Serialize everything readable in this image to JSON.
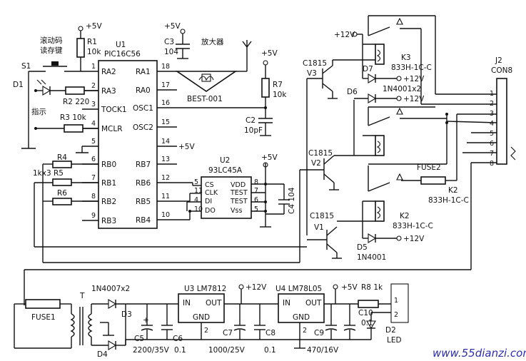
{
  "power": {
    "v5": "+5V",
    "v12": "+12V"
  },
  "polarity": "+",
  "watermark": "www.55dianzi.com",
  "u1": {
    "ref": "U1",
    "part": "PIC16C56",
    "lpins": [
      "1",
      "2",
      "3",
      "4",
      "5",
      "6",
      "7",
      "8",
      "9"
    ],
    "lnames": [
      "RA2",
      "RA3",
      "TOCK1",
      "MCLR",
      "",
      "RB0",
      "RB1",
      "RB2",
      "RB3"
    ],
    "rpins": [
      "18",
      "17",
      "16",
      "15",
      "14",
      "13",
      "12",
      "11",
      "10"
    ],
    "rnames": [
      "RA1",
      "RA0",
      "OSC1",
      "OSC2",
      "",
      "RB7",
      "RB6",
      "RB5",
      "RB4"
    ]
  },
  "r1": {
    "ref": "R1",
    "val": "10k"
  },
  "s1": {
    "ref": "S1",
    "caption1": "滚动码",
    "caption2": "读存键"
  },
  "d1": {
    "ref": "D1",
    "caption": "指示"
  },
  "r2": {
    "label": "R2  220"
  },
  "r3": {
    "label": "R3  10k"
  },
  "r4": {
    "ref": "R4"
  },
  "r5": {
    "label": "1kx3   R5"
  },
  "r6": {
    "ref": "R6"
  },
  "c3": {
    "ref": "C3",
    "val": "104"
  },
  "amp": {
    "caption": "放大器",
    "part": "BEST-001"
  },
  "r7": {
    "ref": "R7",
    "val": "10k"
  },
  "c2": {
    "ref": "C2",
    "val": "10pF"
  },
  "u2": {
    "ref": "U2",
    "part": "93LC45A",
    "lpins": [
      "5",
      "11",
      "4",
      "10"
    ],
    "lnames": [
      "CS",
      "CLK",
      "DI",
      "DO"
    ],
    "rpins": [
      "8",
      "7",
      "6",
      "5"
    ],
    "rnames": [
      "VDD",
      "TEST",
      "TEST",
      "Vss"
    ]
  },
  "c4": {
    "label": "C4  104"
  },
  "v1": {
    "ref": "V1",
    "part": "C1815"
  },
  "v2": {
    "ref": "V2",
    "part": "C1815"
  },
  "v3": {
    "ref": "V3",
    "part": "C1815"
  },
  "k3": {
    "ref": "K3",
    "part": "833H-1C-C"
  },
  "d7": {
    "ref": "D7",
    "part": "1N4001x2"
  },
  "d6": {
    "ref": "D6"
  },
  "fuse2": {
    "ref": "FUSE2"
  },
  "k2": {
    "ref": "K2",
    "part": "833H-1C-C"
  },
  "k2b": {
    "ref": "K2",
    "part": "833H-1C-C"
  },
  "d5": {
    "ref": "D5",
    "part": "1N4001"
  },
  "j2": {
    "ref": "J2",
    "part": "CON8",
    "pins": [
      "1",
      "2",
      "3",
      "4",
      "5",
      "6",
      "7",
      "8"
    ]
  },
  "fuse1": {
    "ref": "FUSE1"
  },
  "t1": {
    "ref": "T"
  },
  "d3": {
    "ref": "D3",
    "part": "1N4007x2"
  },
  "d4": {
    "ref": "D4"
  },
  "c5": {
    "ref": "C5",
    "val": "2200/35V"
  },
  "c6": {
    "ref": "C6",
    "val": "0.1"
  },
  "u3": {
    "label": "U3   LM7812",
    "in": "IN",
    "out": "OUT",
    "gnd": "GND",
    "gndpin": "2"
  },
  "c7": {
    "ref": "C7",
    "val": "1000/25V"
  },
  "c8": {
    "ref": "C8",
    "val": "0.1"
  },
  "u4": {
    "label": "U4   LM78L05",
    "in": "IN",
    "out": "OUT",
    "gnd": "GND",
    "gndpin": "2"
  },
  "c9": {
    "ref": "C9",
    "val": "470/16V"
  },
  "c10": {
    "ref": "C10",
    "val": "0.1"
  },
  "r8": {
    "label": "R8   1k"
  },
  "ledconn": {
    "p1": "1",
    "p2": "2"
  },
  "d2": {
    "ref": "D2",
    "caption": "LED"
  }
}
